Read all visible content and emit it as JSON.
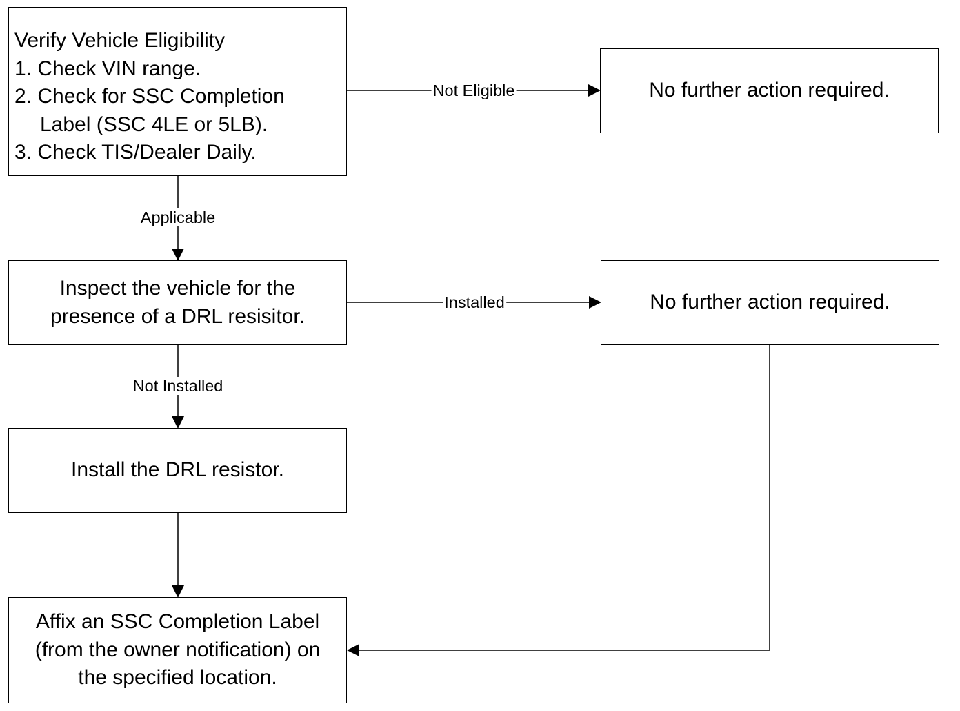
{
  "boxes": {
    "verify": {
      "title": "Verify Vehicle Eligibility",
      "steps": [
        "1. Check VIN range.",
        "2. Check for SSC Completion",
        "Label (SSC 4LE or 5LB).",
        "3. Check TIS/Dealer Daily."
      ]
    },
    "no_action_1": "No further action required.",
    "inspect": [
      "Inspect the vehicle for the",
      "presence of a DRL resisitor."
    ],
    "no_action_2": "No further action required.",
    "install": "Install the DRL resistor.",
    "affix": [
      "Affix an SSC Completion Label",
      "(from the owner notification) on",
      "the specified location."
    ]
  },
  "edges": {
    "not_eligible": "Not Eligible",
    "applicable": "Applicable",
    "installed": "Installed",
    "not_installed": "Not Installed"
  }
}
